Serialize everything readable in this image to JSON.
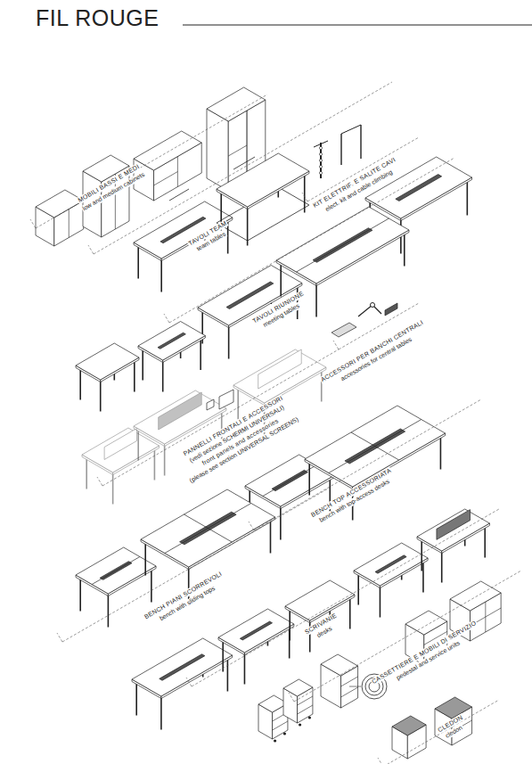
{
  "diagram": {
    "title": "FIL ROUGE",
    "labels": [
      "MOBILI BASSI E MEDI",
      "low and medium cabinets",
      "KIT ELETTRIF. E SALITE CAVI",
      "elect. kit and cable climbing",
      "TAVOLI TEAM",
      "team tables",
      "TAVOLI RIUNIONE",
      "meeting tables",
      "ACCESSORI PER BANCHI CENTRALI",
      "accessories for central tables",
      "PANNELLI FRONTALI E ACCESSORI",
      "(vedi sezione SCHERMI UNIVERSALI)",
      "front panels and accessories",
      "(please see section UNIVERSAL SCREENS)",
      "BENCH TOP ACCESSORIATA",
      "bench with top-access desks",
      "BENCH PIANI SCORREVOLI",
      "bench with sliding tops",
      "SCRIVANIE",
      "desks",
      "CASSETTIERE E MOBILI DI SERVIZIO",
      "pedestal and service units",
      "CLEDON",
      "cledon"
    ]
  }
}
